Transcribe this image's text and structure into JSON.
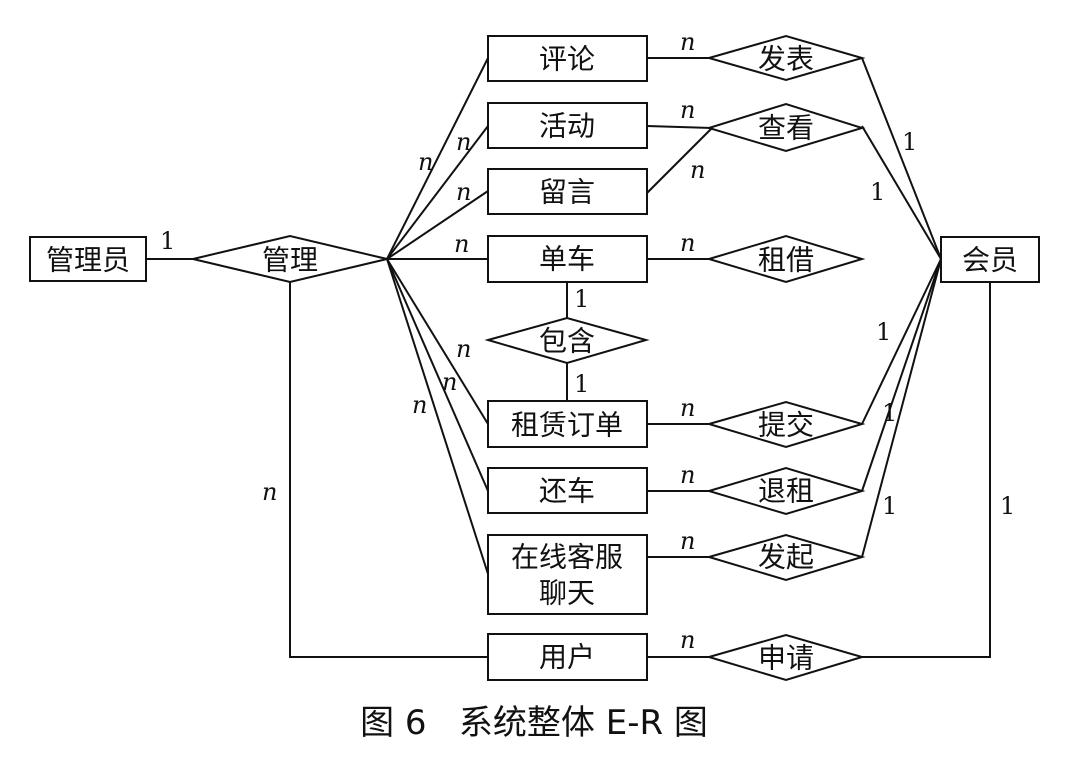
{
  "caption": "图 6   系统整体 E-R 图",
  "entities": {
    "admin": "管理员",
    "member": "会员",
    "comment": "评论",
    "activity": "活动",
    "message": "留言",
    "bike": "单车",
    "order": "租赁订单",
    "return_bike": "还车",
    "chat_line1": "在线客服",
    "chat_line2": "聊天",
    "user": "用户"
  },
  "relationships": {
    "manage": "管理",
    "publish": "发表",
    "view": "查看",
    "rent": "租借",
    "contain": "包含",
    "submit": "提交",
    "cancel_rent": "退租",
    "initiate": "发起",
    "apply": "申请"
  },
  "cardinalities": {
    "one": "1",
    "many": "n"
  }
}
